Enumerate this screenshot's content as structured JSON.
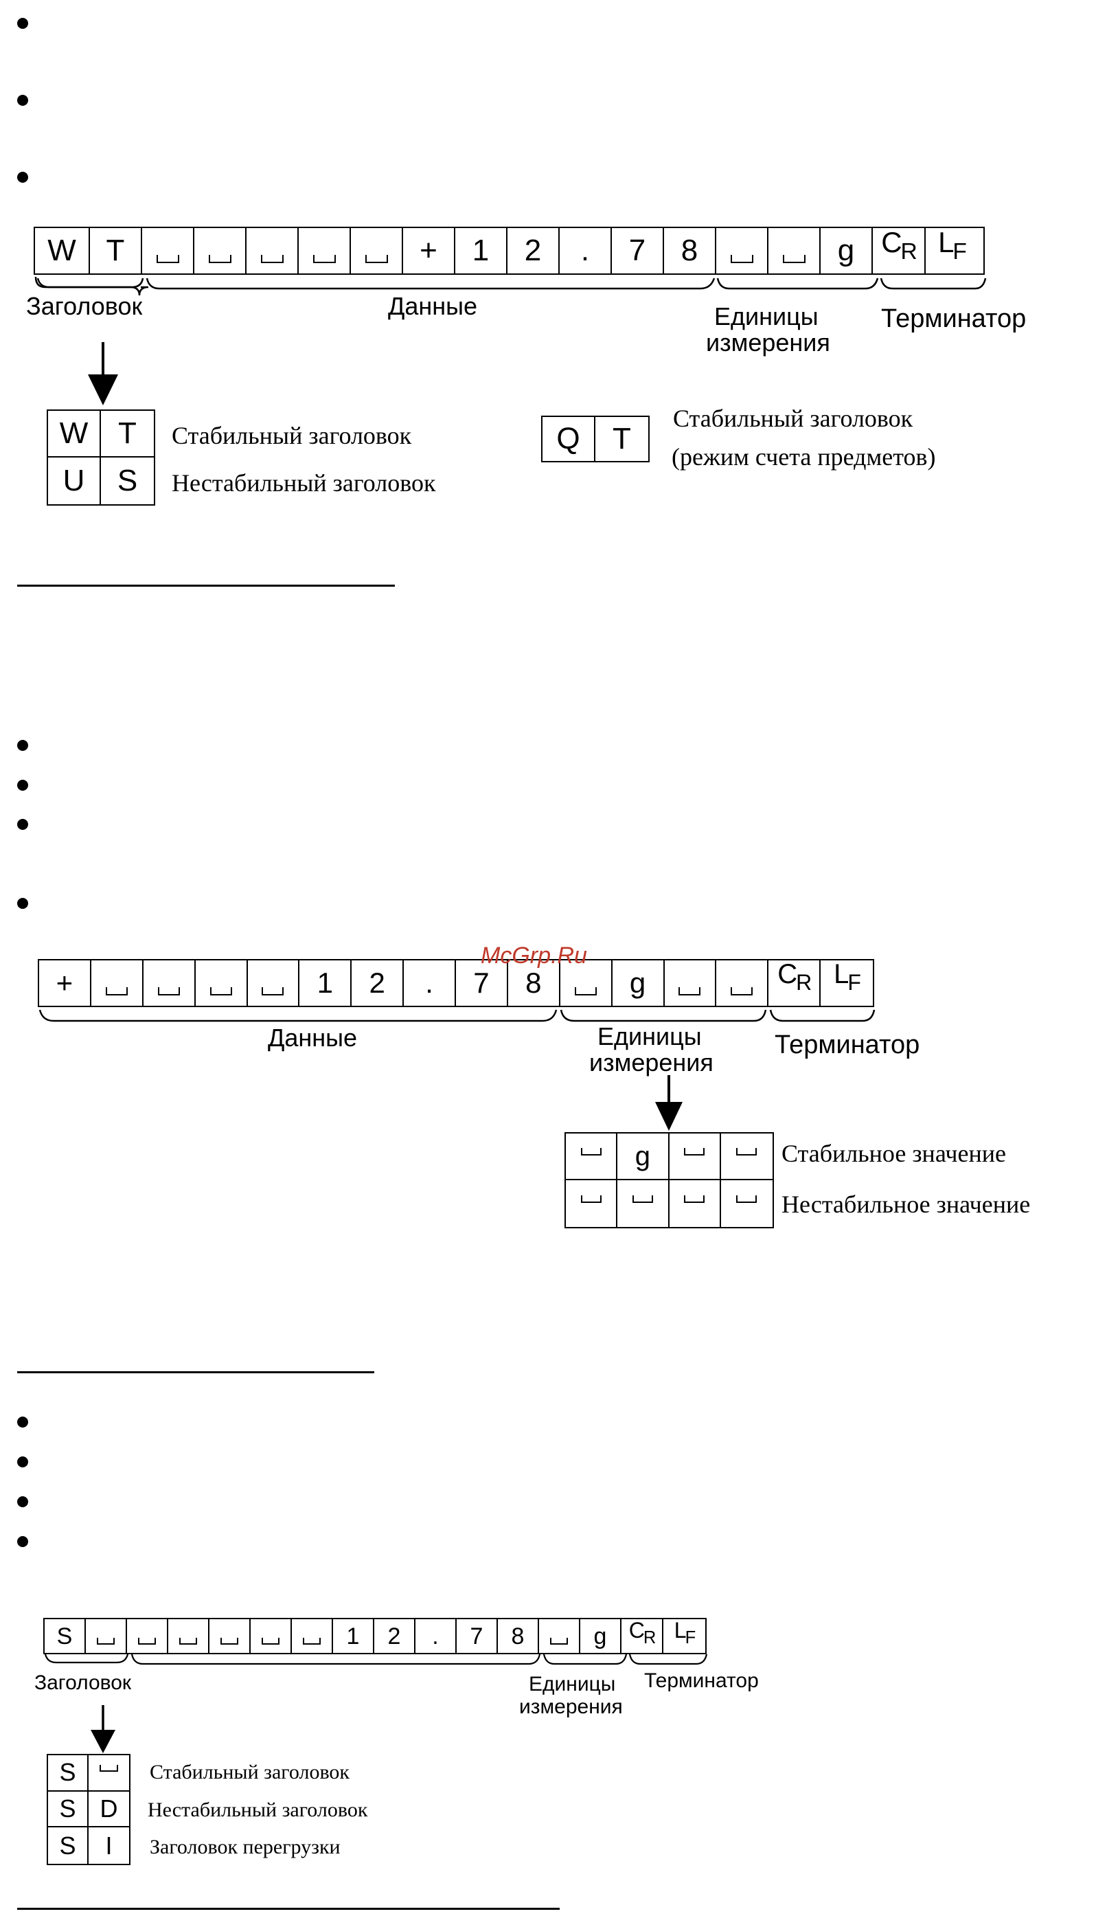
{
  "section1": {
    "frame": [
      "W",
      "T",
      "␣",
      "␣",
      "␣",
      "␣",
      "␣",
      "+",
      "1",
      "2",
      ".",
      "7",
      "8",
      "␣",
      "␣",
      "g",
      "CR",
      "LF"
    ],
    "labels": {
      "header": "Заголовок",
      "data": "Данные",
      "units_line1": "Единицы",
      "units_line2": "измерения",
      "terminator": "Терминатор"
    },
    "header_table": [
      [
        "W",
        "T"
      ],
      [
        "U",
        "S"
      ]
    ],
    "header_desc": [
      "Стабильный заголовок",
      "Нестабильный заголовок"
    ],
    "qt_cells": [
      "Q",
      "T"
    ],
    "qt_desc_line1": "Стабильный заголовок",
    "qt_desc_line2": "(режим счета предметов)"
  },
  "section2": {
    "frame": [
      "+",
      "␣",
      "␣",
      "␣",
      "␣",
      "1",
      "2",
      ".",
      "7",
      "8",
      "␣",
      "g",
      "␣",
      "␣",
      "CR",
      "LF"
    ],
    "labels": {
      "data": "Данные",
      "units_line1": "Единицы",
      "units_line2": "измерения",
      "terminator": "Терминатор"
    },
    "unit_table": [
      [
        "␣",
        "g",
        "␣",
        "␣"
      ],
      [
        "␣",
        "␣",
        "␣",
        "␣"
      ]
    ],
    "unit_desc": [
      "Стабильное значение",
      "Нестабильное значение"
    ]
  },
  "section3": {
    "frame": [
      "S",
      "␣",
      "␣",
      "␣",
      "␣",
      "␣",
      "␣",
      "1",
      "2",
      ".",
      "7",
      "8",
      "␣",
      "g",
      "CR",
      "LF"
    ],
    "labels": {
      "header": "Заголовок",
      "units_line1": "Единицы",
      "units_line2": "измерения",
      "terminator": "Терминатор"
    },
    "header_table": [
      [
        "S",
        "␣"
      ],
      [
        "S",
        "D"
      ],
      [
        "S",
        "I"
      ]
    ],
    "header_desc": [
      "Стабильный заголовок",
      "Нестабильный заголовок",
      "Заголовок перегрузки"
    ]
  },
  "watermark": "McGrp.Ru"
}
